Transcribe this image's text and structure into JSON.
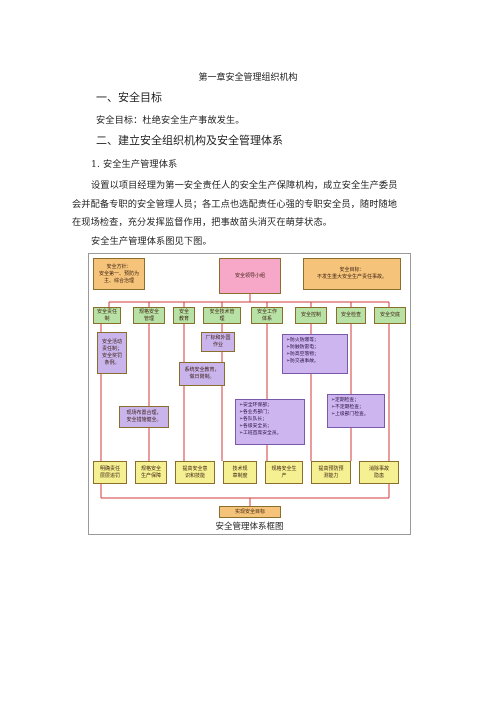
{
  "chapter_title": "第一章安全管理组织机构",
  "section1_heading": "一、安全目标",
  "section1_text": "安全目标：杜绝安全生产事故发生。",
  "section2_heading": "二、建立安全组织机构及安全管理体系",
  "sub1_heading": "1. 安全生产管理体系",
  "para_lines": [
    "设置以项目经理为第一安全责任人的安全生产保障机构，成立安全生产委员",
    "会并配备专职的安全管理人员；各工点也选配责任心强的专职安全员，随时随地",
    "在现场检查，充分发挥监督作用，把事故苗头消灭在萌芽状态。"
  ],
  "diagram_intro": "安全生产管理体系图见下图。",
  "diagram": {
    "caption": "安全管理体系框图",
    "top": {
      "policy": "安全方针：\n安全第一、预防为\n主、综合治理",
      "leader": "安全领导小组",
      "goal": "安全目标：\n不发生重大安全生产责任事故。"
    },
    "row2": [
      "安全责任\n制",
      "规格安全\n管理",
      "安全\n教育",
      "安全技术管\n理",
      "安全工作\n体系",
      "安全控制",
      "安全检查",
      "安全交底"
    ],
    "mid": {
      "resp_list": "安全活动\n责任制；\n安全奖罚\n条例。",
      "factory": "厂标和外国\n作业",
      "materials": "系统安全教育，\n做日岗制。",
      "site": "现场布置合理，\n安全措施健全。",
      "control_items": [
        "防火防爆等；",
        "防触防雷电；",
        "防高空落物；",
        "防交通事故。"
      ],
      "system_items": [
        "安全环保部；",
        "各业务部门；",
        "各队队长；",
        "各级安全员；",
        "工班首席安全员。"
      ],
      "check_items": [
        "定期检查；",
        "不定期检查；",
        "上级部门检查。"
      ]
    },
    "row4": [
      "明确责任\n层层追罚",
      "规格安全\n生产保障",
      "提高安全意\n识和技能",
      "技术规\n章制度",
      "规格安全生\n产",
      "提高预防预\n测能力",
      "消除事故\n隐患"
    ],
    "bottom": "实现安全目标"
  }
}
